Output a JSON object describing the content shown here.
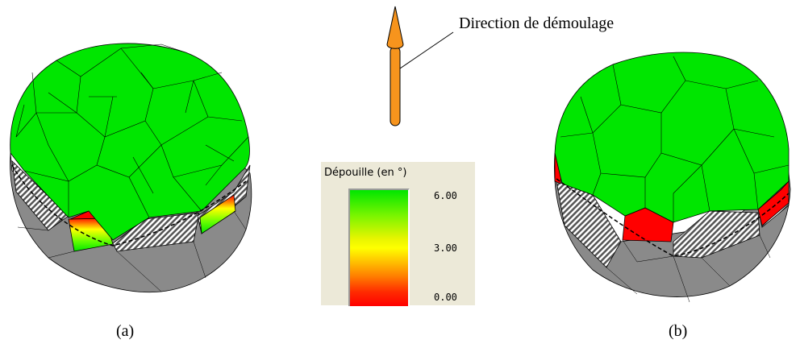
{
  "label_direction": "Direction de démoulage",
  "caption_a": "(a)",
  "caption_b": "(b)",
  "legend": {
    "title": "Dépouille (en °)",
    "ticks": [
      "6.00",
      "3.00",
      "0.00"
    ]
  },
  "colors": {
    "green": "#00e600",
    "red": "#ff0000",
    "gray": "#8a8a8a",
    "arrow": "#f7941d",
    "legend_bg": "#ece9d8"
  }
}
